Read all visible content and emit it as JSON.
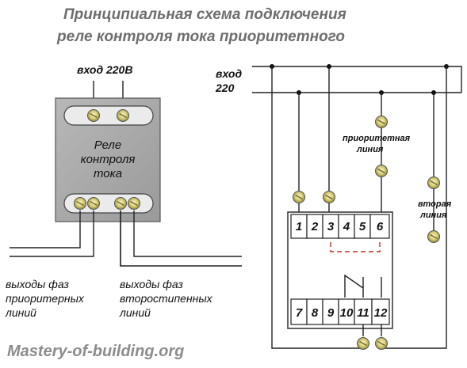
{
  "title": {
    "line1": "Принципиальная схема подключения",
    "line2": "реле контроля тока приоритетного"
  },
  "relay": {
    "input_label": "вход 220В",
    "body_lines": [
      "Реле",
      "контроля",
      "тока"
    ],
    "out_priority": [
      "выходы фаз",
      "приоритерных",
      "линий"
    ],
    "out_secondary": [
      "выходы фаз",
      "второстипенных",
      "линий"
    ]
  },
  "wiring": {
    "input_label": [
      "вход",
      "220"
    ],
    "priority_line": [
      "приоритетная",
      "линия"
    ],
    "second_line": [
      "вторая",
      "линия"
    ],
    "top_terminals": [
      "1",
      "2",
      "3",
      "4",
      "5",
      "6"
    ],
    "bottom_terminals": [
      "7",
      "8",
      "9",
      "10",
      "11",
      "12"
    ]
  },
  "watermark": "Mastery-of-building.org",
  "colors": {
    "relay_body": "#a8a8a8",
    "terminal_fill": "#e3dc93",
    "dashed_link": "#c03030",
    "title": "#6e6e6e"
  }
}
